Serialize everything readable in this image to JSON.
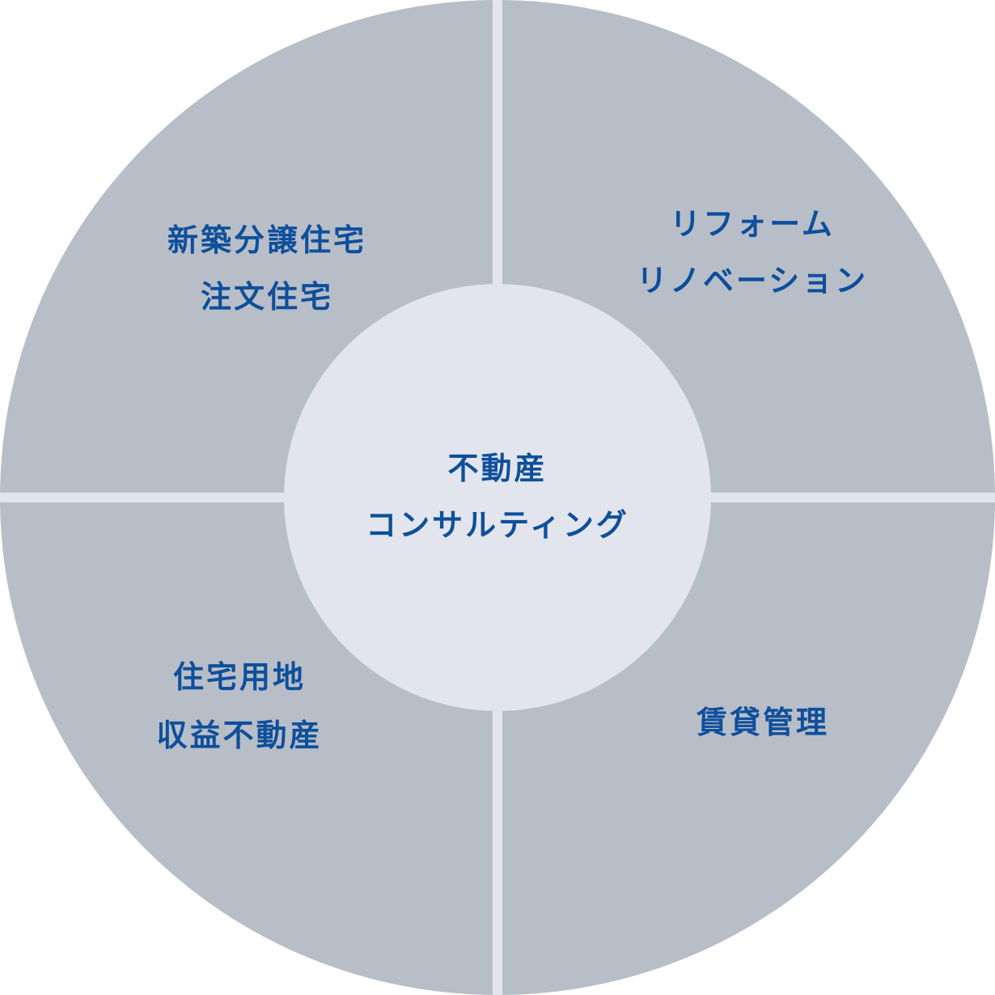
{
  "colors": {
    "outer_ring": "#b8bec7",
    "center": "#e3e5ee",
    "divider": "#e3e5ee",
    "text": "#0e4f9c",
    "background": "#ffffff"
  },
  "center": {
    "line1": "不動産",
    "line2": "コンサルティング"
  },
  "quadrants": {
    "top_left": {
      "line1": "新築分譲住宅",
      "line2": "注文住宅"
    },
    "top_right": {
      "line1": "リフォーム",
      "line2": "リノベーション"
    },
    "bottom_left": {
      "line1": "住宅用地",
      "line2": "収益不動産"
    },
    "bottom_right": {
      "line1": "賃貸管理"
    }
  }
}
